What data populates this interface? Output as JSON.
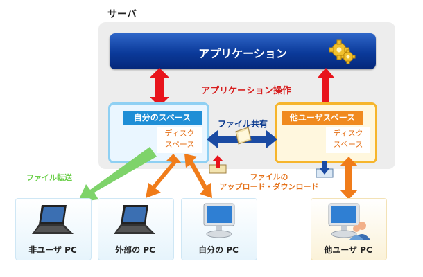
{
  "server": {
    "label": "サーバ"
  },
  "application": {
    "title": "アプリケーション",
    "operation_label": "アプリケーション操作"
  },
  "self_space": {
    "title": "自分のスペース",
    "disk_line1": "ディスク",
    "disk_line2": "スペース"
  },
  "other_space": {
    "title": "他ユーザスペース",
    "disk_line1": "ディスク",
    "disk_line2": "スペース"
  },
  "share": {
    "label": "ファイル共有"
  },
  "transfer": {
    "label": "ファイル転送"
  },
  "updown": {
    "line1": "ファイルの",
    "line2": "アップロード・ダウンロード"
  },
  "clients": [
    {
      "label": "非ユーザ PC",
      "icon": "laptop-icon"
    },
    {
      "label": "外部の PC",
      "icon": "laptop-icon"
    },
    {
      "label": "自分の PC",
      "icon": "monitor-icon"
    },
    {
      "label": "他ユーザ PC",
      "icon": "monitor-user-icon"
    }
  ],
  "colors": {
    "app_blue": "#0b3a9a",
    "red_arrow": "#e8141c",
    "orange_arrow": "#f07c1a",
    "green_arrow": "#7ed36a",
    "blue_arrow": "#1a4aa3"
  }
}
